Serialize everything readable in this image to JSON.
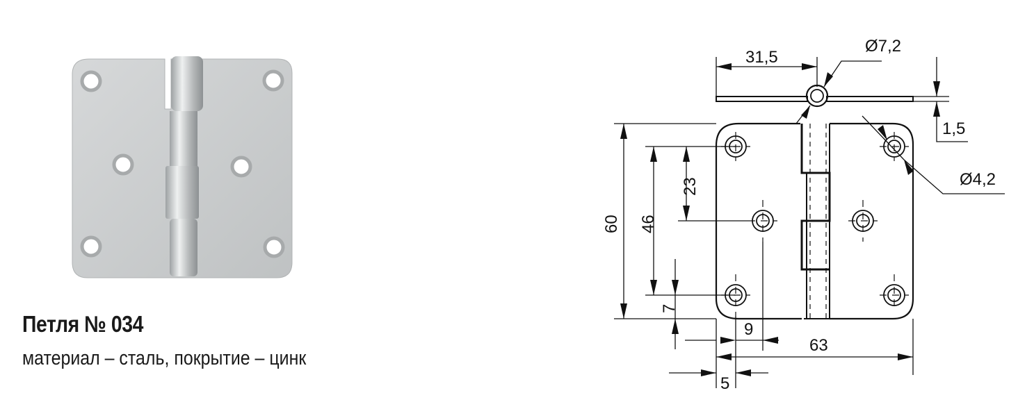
{
  "product": {
    "title": "Петля № 034",
    "description": "материал – сталь, покрытие – цинк"
  },
  "drawing": {
    "dimensions": {
      "pin_offset": "31,5",
      "pin_diameter": "Ø7,2",
      "thickness": "1,5",
      "hole_diameter": "Ø4,2",
      "height": "60",
      "hole_spacing_vertical": "46",
      "middle_hole_offset": "23",
      "bottom_hole_offset": "7",
      "middle_hole_horizontal_offset": "9",
      "width": "63",
      "edge_hole_offset": "5"
    }
  },
  "colors": {
    "plate": "#c9cbcc",
    "line": "#111111"
  }
}
